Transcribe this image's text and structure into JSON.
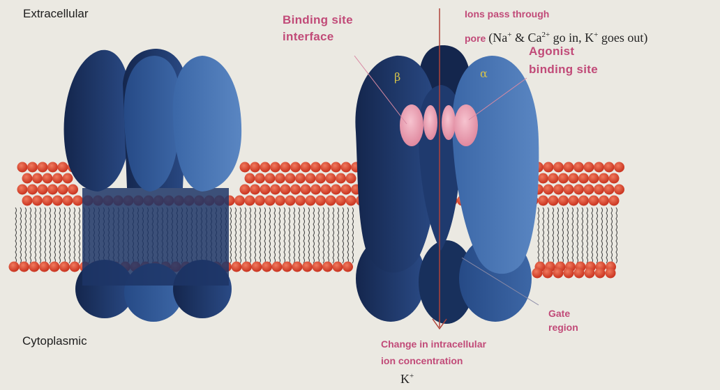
{
  "labels": {
    "extracellular": "Extracellular",
    "cytoplasmic": "Cytoplasmic",
    "binding_site_interface_line1": "Binding site",
    "binding_site_interface_line2": "interface",
    "ions_pass_line1": "Ions pass through",
    "ions_pass_line2_bold": "pore",
    "ions_na": "Na",
    "ions_amp_ca": "& Ca",
    "ions_charge_2plus": "2+",
    "ions_go_in_k": "go in, K",
    "ions_goes_out": "goes out)",
    "ions_paren_open": "(",
    "ions_plus": "+",
    "agonist_line1": "Agonist",
    "agonist_line2": "binding site",
    "gate_line1": "Gate",
    "gate_line2": "region",
    "change_line1": "Change in intracellular",
    "change_line2": "ion concentration",
    "k_ion": "K",
    "k_charge": "+",
    "beta_subunit": "β",
    "alpha_subunit": "α"
  },
  "colors": {
    "background": "#ebe9e2",
    "lipid_head": "#d9402a",
    "lipid_tail": "#3a3a3a",
    "protein_dark": "#1d3566",
    "protein_mid": "#2f5592",
    "protein_light": "#4a77b5",
    "binding_site": "#e9a3b5",
    "label_pink": "#c14a78",
    "pore_line": "#b0433a",
    "subunit_greek": "#d6c34a"
  }
}
